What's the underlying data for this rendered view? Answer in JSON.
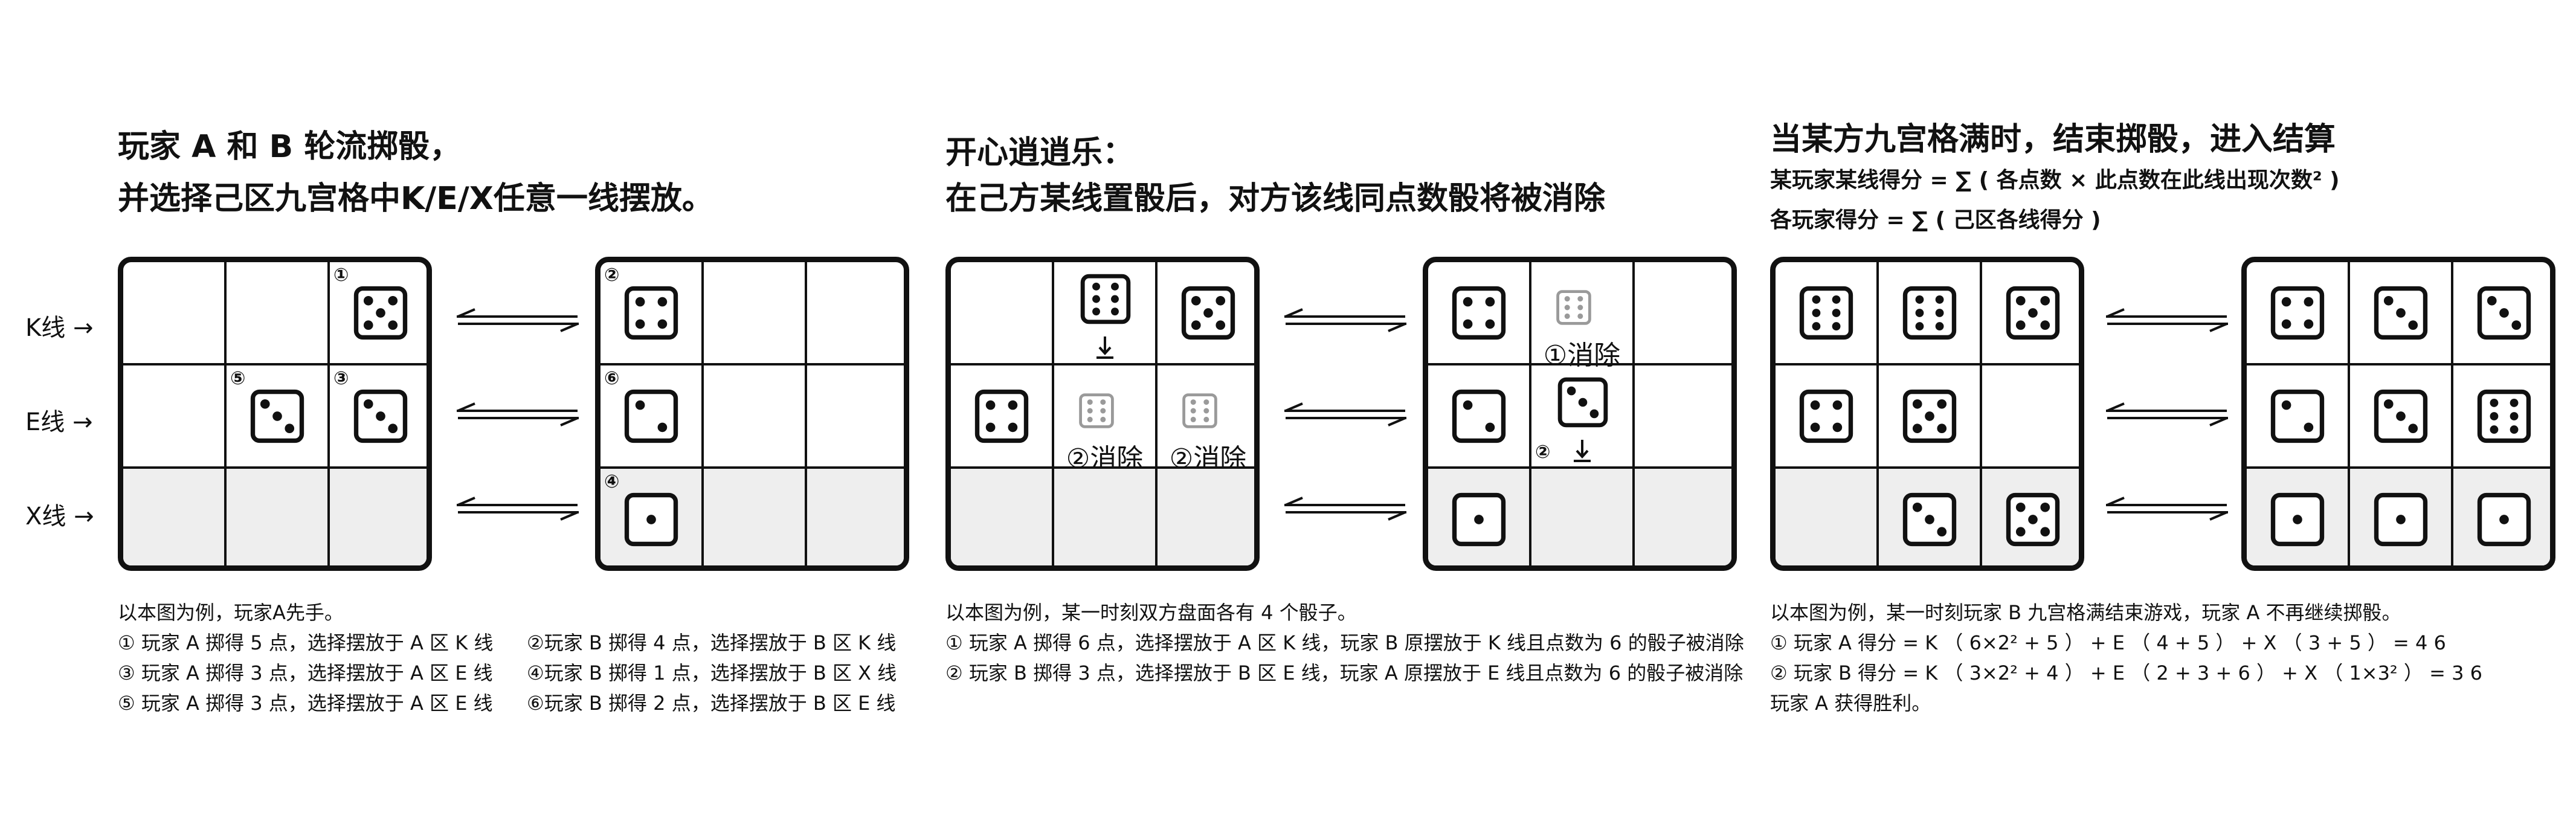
{
  "rule_panel": {
    "title_lines": [
      "玩家 A 和 B 轮流掷骰，",
      "并选择己区九宫格中K/E/X任意一线摆放。"
    ],
    "row_labels": [
      "K线 →",
      "E线 →",
      "X线 →"
    ],
    "notes": [
      "以本图为例，玩家A先手。",
      "① 玩家 A 掷得 5 点，选择摆放于 A 区 K 线",
      "③ 玩家 A 掷得 3 点，选择摆放于 A 区 E 线",
      "⑤ 玩家 A 掷得 3 点，选择摆放于 A 区 E 线"
    ],
    "notes_b": [
      "②玩家 B 掷得 4 点，选择摆放于 B 区 K 线",
      "④玩家 B 掷得 1 点，选择摆放于 B 区 X 线",
      "⑥玩家 B 掷得 2 点，选择摆放于 B 区 E 线"
    ],
    "grid_a": [
      [
        0,
        0,
        5
      ],
      [
        0,
        3,
        3
      ],
      [
        0,
        0,
        0
      ]
    ],
    "grid_b": [
      [
        4,
        0,
        0
      ],
      [
        2,
        0,
        0
      ],
      [
        1,
        0,
        0
      ]
    ],
    "tags_a": [
      "①",
      "⑤",
      "③"
    ],
    "tags_b": [
      "②",
      "⑥",
      "④"
    ]
  },
  "elim_panel": {
    "title_lines": [
      "开心逍逍乐：",
      "在己方某线置骰后，对方该线同点数骰将被消除"
    ],
    "erase_text": "消除",
    "tags": [
      "②",
      "②",
      "①",
      "②"
    ],
    "grid_a": [
      [
        0,
        6,
        5
      ],
      [
        4,
        0,
        0
      ],
      [
        0,
        0,
        0
      ]
    ],
    "grid_b": [
      [
        4,
        0,
        0
      ],
      [
        2,
        3,
        0
      ],
      [
        1,
        0,
        0
      ]
    ],
    "notes": [
      "以本图为例，某一时刻双方盘面各有 4 个骰子。",
      "① 玩家 A 掷得 6 点，选择摆放于 A 区 K 线，玩家 B 原摆放于 K 线且点数为 6 的骰子被消除",
      "② 玩家 B 掷得 3 点，选择摆放于 B 区 E 线，玩家 A 原摆放于 E 线且点数为 6 的骰子被消除"
    ]
  },
  "score_panel": {
    "title": "当某方九宫格满时，结束掷骰，进入结算",
    "formula_lines": [
      "某玩家某线得分 = ∑ ( 各点数 × 此点数在此线出现次数² )",
      "各玩家得分 = ∑ ( 己区各线得分 )"
    ],
    "grid_a": [
      [
        6,
        6,
        5
      ],
      [
        4,
        5,
        0
      ],
      [
        0,
        3,
        5
      ]
    ],
    "grid_b": [
      [
        4,
        3,
        3
      ],
      [
        2,
        3,
        6
      ],
      [
        1,
        1,
        1
      ]
    ],
    "notes": [
      "以本图为例，某一时刻玩家 B 九宫格满结束游戏，玩家 A 不再继续掷骰。",
      "① 玩家 A 得分 = K （ 6×2² + 5 ） + E （ 4 + 5 ） + X （ 3 + 5 ） = 4 6",
      "② 玩家 B 得分 = K （ 3×2² + 4 ） + E （ 2 + 3 + 6 ） + X （ 1×3² ） = 3 6",
      "玩家 A 获得胜利。"
    ]
  },
  "colors": {
    "ink": "#111111",
    "shade": "#eeeeee",
    "faded": "#9a9a9a"
  },
  "icons": [
    "die-face-icon",
    "double-arrow-icon",
    "down-arrow-icon"
  ]
}
